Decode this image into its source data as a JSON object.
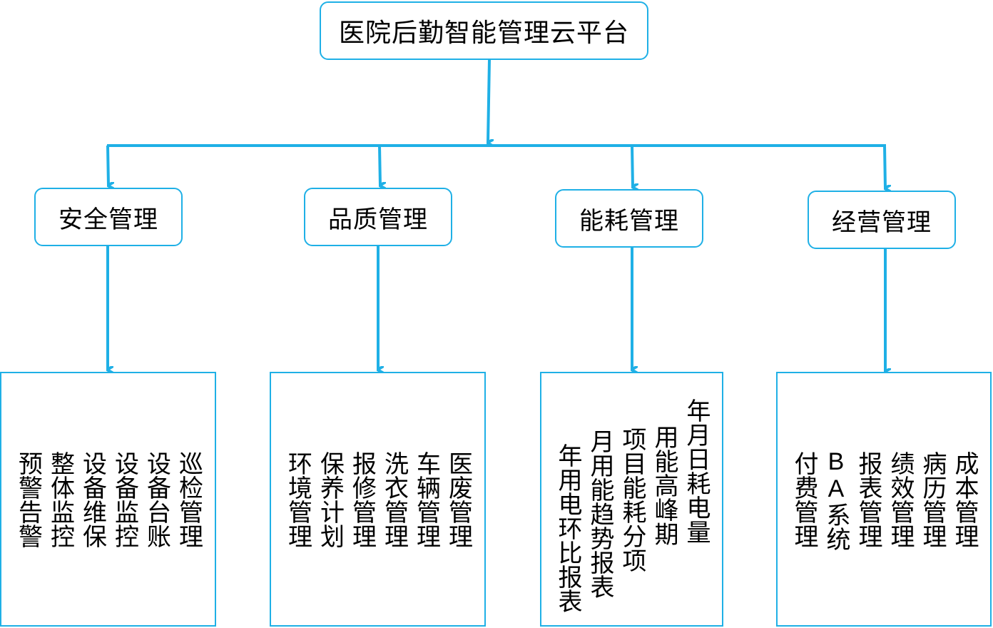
{
  "diagram": {
    "root": {
      "label": "医院后勤智能管理云平台"
    },
    "branches": [
      {
        "label": "安全管理",
        "items": [
          "巡检管理",
          "设备台账",
          "设备监控",
          "设备维保",
          "整体监控",
          "预警告警"
        ]
      },
      {
        "label": "品质管理",
        "items": [
          "医废管理",
          "车辆管理",
          "洗衣管理",
          "报修管理",
          "保养计划",
          "环境管理"
        ]
      },
      {
        "label": "能耗管理",
        "items": [
          "年月日耗电量",
          "用能高峰期",
          "项目能耗分项",
          "月用能趋势报表",
          "年用电环比报表"
        ]
      },
      {
        "label": "经营管理",
        "items": [
          "成本管理",
          "病历管理",
          "绩效管理",
          "报表管理",
          "BA系统",
          "付费管理"
        ]
      }
    ],
    "colors": {
      "line": "#1fb0e6",
      "border": "#1fb0e6",
      "text": "#000000",
      "background": "#ffffff"
    }
  }
}
